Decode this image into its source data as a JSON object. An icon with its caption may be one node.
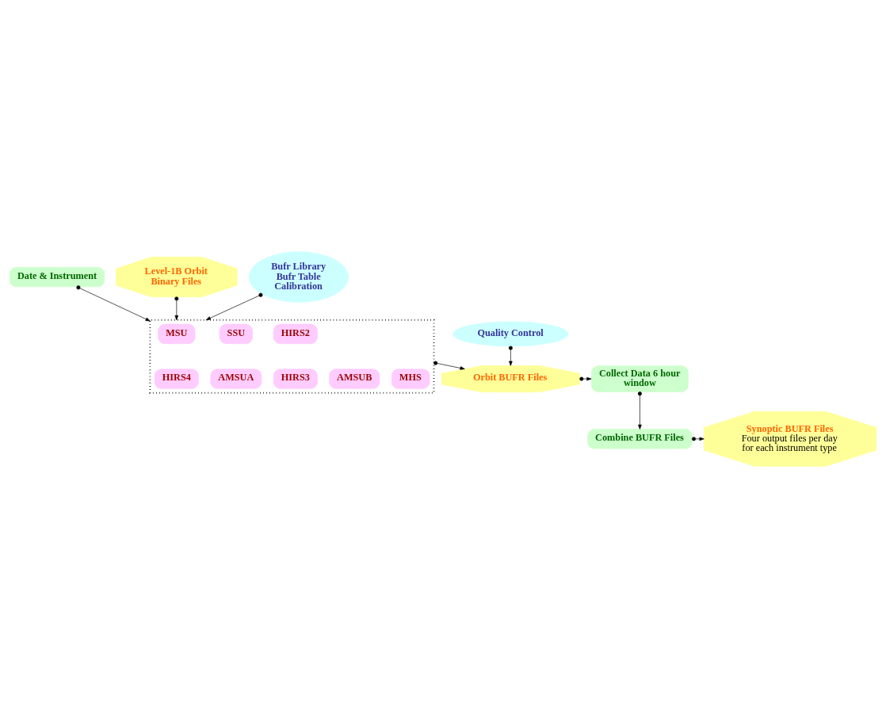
{
  "diagram": {
    "nodes": [
      {
        "text": [
          "Date & Instrument"
        ]
      },
      {
        "text": [
          "Level-1B Orbit Binary Files"
        ]
      },
      {
        "text": [
          "Bufr Library",
          "Bufr Table",
          "Calibration"
        ]
      },
      {
        "text": [],
        "shape": "box"
      },
      {
        "text": [
          "HIRS2"
        ],
        "in": 3
      },
      {
        "text": [
          "MSU"
        ],
        "in": 3
      },
      {
        "text": [
          "SSU"
        ],
        "in": 3
      },
      {
        "text": [
          "HIRS3"
        ],
        "in": 3
      },
      {
        "text": [
          "HIRS4"
        ],
        "in": 3
      },
      {
        "text": [
          "AMSUA"
        ],
        "in": 3
      },
      {
        "text": [
          "AMSUB"
        ],
        "in": 3
      },
      {
        "text": [
          "MHS"
        ],
        "in": 3
      },
      {
        "text": [
          "Quality Control"
        ]
      },
      {
        "text": [
          "Orbit BUFR Files"
        ]
      },
      {
        "text": [
          "Collect Data 6 hour window"
        ]
      },
      {
        "text": [
          "Synoptic BUFR Files",
          "Four output files per day for each instrument type"
        ]
      },
      {
        "text": [
          "Combine BUFR Files"
        ]
      }
    ],
    "edges": [
      {
        "from": 0,
        "to": 3,
        "arrow": "to"
      },
      {
        "from": 1,
        "to": 3,
        "arrow": "to"
      },
      {
        "from": 2,
        "to": 3,
        "arrow": "to"
      },
      {
        "from": 3,
        "to": 13,
        "arrow": "to"
      },
      {
        "from": 12,
        "to": 13,
        "arrow": "to"
      },
      {
        "from": 13,
        "to": 14,
        "arrow": "to"
      },
      {
        "from": 14,
        "to": 16,
        "arrow": "to"
      },
      {
        "from": 16,
        "to": 15,
        "arrow": "to"
      }
    ]
  }
}
